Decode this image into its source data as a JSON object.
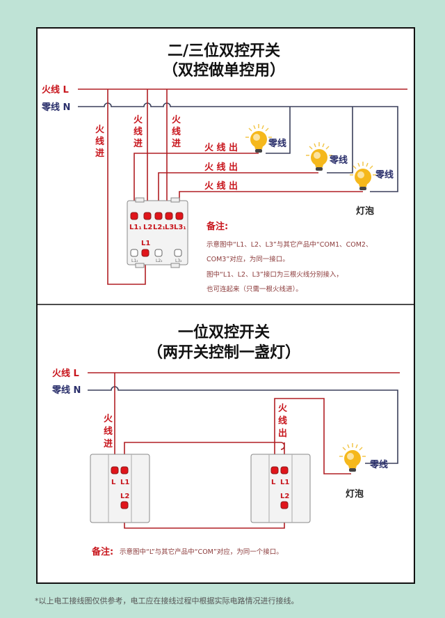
{
  "top": {
    "title": "二/三位双控开关",
    "subtitle": "（双控做单控用）",
    "live_label": "火线 L",
    "neutral_label": "零线 N",
    "live_in": [
      "火",
      "线",
      "进"
    ],
    "live_out": "火 线 出",
    "neutral_short": "零线",
    "bulb_label": "灯泡",
    "terminals_top": [
      "L1₁",
      "L2",
      "L2₁",
      "L3",
      "L3₁"
    ],
    "terminal_bottom": "L1",
    "terminals_small": [
      "L1₂",
      "L2₂",
      "L3₂"
    ],
    "note_title": "备注:",
    "notes": [
      "示意图中“L1、L2、L3”与其它产品中“COM1、COM2、",
      "COM3”对应，为同一接口。",
      "图中“L1、L2、L3”接口为三根火线分别接入，",
      "也可连起来（只需一根火线进）。"
    ]
  },
  "bottom": {
    "title": "一位双控开关",
    "subtitle": "（两开关控制一盏灯）",
    "live_label": "火线 L",
    "neutral_label": "零线 N",
    "live_in": [
      "火",
      "线",
      "进"
    ],
    "live_out": [
      "火",
      "线",
      "出"
    ],
    "neutral_short": "零线",
    "bulb_label": "灯泡",
    "terminals": [
      "L",
      "L1",
      "L2"
    ],
    "note_title": "备注:",
    "note": "示意图中“L”与其它产品中“COM”对应，为同一个接口。"
  },
  "footer": "*以上电工接线图仅供参考，电工应在接线过程中根据实际电路情况进行接线。",
  "colors": {
    "background": "#bfe3d6",
    "live": "#b01e23",
    "neutral": "#3a3f5a",
    "bulb": "#f5b81c"
  }
}
